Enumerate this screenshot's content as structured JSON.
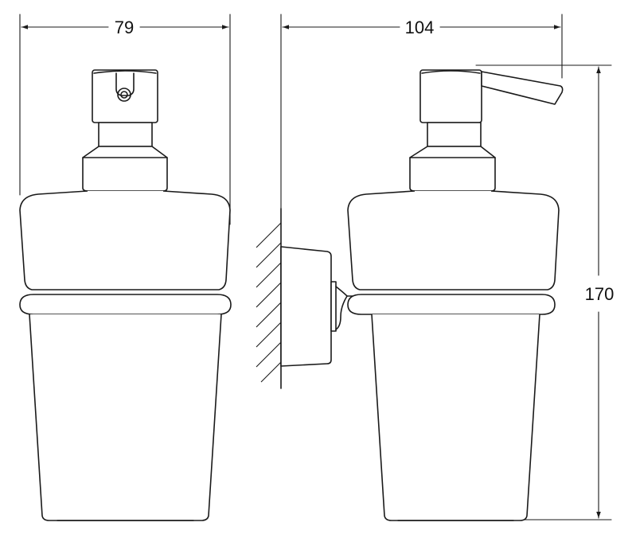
{
  "drawing": {
    "views": [
      "front-view",
      "side-view"
    ],
    "line_color": "#1a1a1a",
    "background": "#ffffff"
  },
  "dimensions": {
    "front_width": "79",
    "side_depth": "104",
    "height": "170"
  }
}
